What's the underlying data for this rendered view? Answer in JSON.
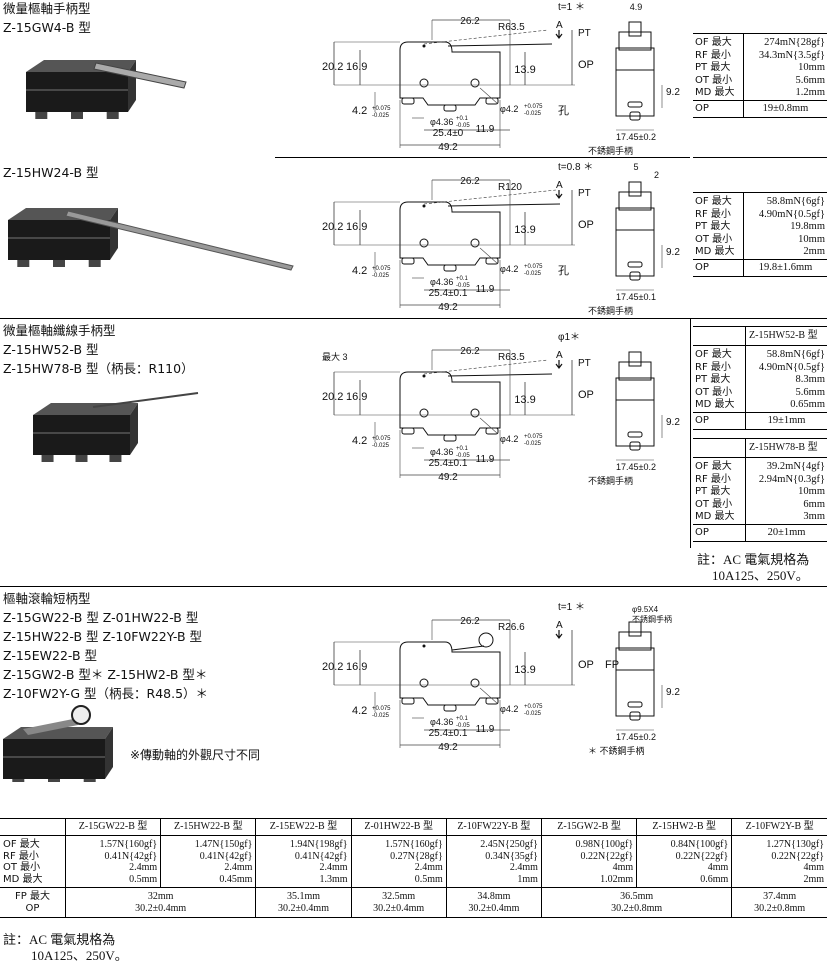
{
  "sections": [
    {
      "heading": "微量樞軸手柄型",
      "models": [
        "Z-15GW4-B 型"
      ],
      "spec": {
        "rows": [
          [
            "OF 最大",
            "274mN{28gf}"
          ],
          [
            "RF 最小",
            "34.3mN{3.5gf}"
          ],
          [
            "PT 最大",
            "10mm"
          ],
          [
            "OT 最小",
            "5.6mm"
          ],
          [
            "MD 最大",
            "1.2mm"
          ]
        ],
        "op": [
          "OP",
          "19±0.8mm"
        ]
      }
    },
    {
      "models": [
        "Z-15HW24-B 型"
      ],
      "spec": {
        "rows": [
          [
            "OF 最大",
            "58.8mN{6gf}"
          ],
          [
            "RF 最小",
            "4.90mN{0.5gf}"
          ],
          [
            "PT 最大",
            "19.8mm"
          ],
          [
            "OT 最小",
            "10mm"
          ],
          [
            "MD 最大",
            "2mm"
          ]
        ],
        "op": [
          "OP",
          "19.8±1.6mm"
        ]
      }
    },
    {
      "heading": "微量樞軸纖線手柄型",
      "models": [
        "Z-15HW52-B 型",
        "Z-15HW78-B 型（柄長：R110）"
      ],
      "specs": [
        {
          "title": "Z-15HW52-B 型",
          "rows": [
            [
              "OF 最大",
              "58.8mN{6gf}"
            ],
            [
              "RF 最小",
              "4.90mN{0.5gf}"
            ],
            [
              "PT 最大",
              "8.3mm"
            ],
            [
              "OT 最小",
              "5.6mm"
            ],
            [
              "MD 最大",
              "0.65mm"
            ]
          ],
          "op": [
            "OP",
            "19±1mm"
          ]
        },
        {
          "title": "Z-15HW78-B 型",
          "rows": [
            [
              "OF 最大",
              "39.2mN{4gf}"
            ],
            [
              "RF 最小",
              "2.94mN{0.3gf}"
            ],
            [
              "PT 最大",
              "10mm"
            ],
            [
              "OT 最小",
              "6mm"
            ],
            [
              "MD 最大",
              "3mm"
            ]
          ],
          "op": [
            "OP",
            "20±1mm"
          ]
        }
      ],
      "note": [
        "註：AC 電氣規格為",
        "10A125、250V。"
      ]
    },
    {
      "heading": "樞軸滾輪短柄型",
      "models": [
        "Z-15GW22-B 型  Z-01HW22-B 型",
        "Z-15HW22-B 型  Z-10FW22Y-B 型",
        "Z-15EW22-B 型",
        "Z-15GW2-B 型＊  Z-15HW2-B 型＊",
        "Z-10FW2Y-G 型（柄長：R48.5）＊"
      ],
      "footnote": "※傳動軸的外觀尺寸不同"
    }
  ],
  "drawings": [
    {
      "type": "lever",
      "d262": "26.2",
      "radius": "R63.5",
      "thick": "t=1 ＊",
      "A": "A",
      "PT": "PT",
      "OP": "OP",
      "h1": "20.2",
      "h2": "16.9",
      "h3": "13.9",
      "hole": "φ4.2",
      "hole_tol": [
        "+0.075",
        "-0.025"
      ],
      "hole_sfx": "孔",
      "mount": "4.2",
      "mount_tol": [
        "+0.075",
        "-0.025"
      ],
      "pin": "φ4.36",
      "pin_tol": [
        "+0.1",
        "-0.05"
      ],
      "spacing": "25.4±0",
      "offset": "11.9",
      "length": "49.2",
      "front_top": "4.9",
      "front_h": "9.2",
      "front_base": "17.45±0.2",
      "material": "不銹鋼手柄"
    },
    {
      "type": "long",
      "d262": "26.2",
      "radius": "R120",
      "thick": "t=0.8 ＊",
      "A": "A",
      "PT": "PT",
      "OP": "OP",
      "h1": "20.2",
      "h2": "16.9",
      "h3": "13.9",
      "hole": "φ4.2",
      "hole_tol": [
        "+0.075",
        "-0.025"
      ],
      "hole_sfx": "孔",
      "mount": "4.2",
      "mount_tol": [
        "+0.075",
        "-0.025"
      ],
      "pin": "φ4.36",
      "pin_tol": [
        "+0.1",
        "-0.05"
      ],
      "spacing": "25.4±0.1",
      "offset": "11.9",
      "length": "49.2",
      "front_top": "5",
      "front_top2": "2",
      "front_h": "9.2",
      "front_base": "17.45±0.1",
      "material": "不銹鋼手柄"
    },
    {
      "type": "wire",
      "max3": "最大 3",
      "d262": "26.2",
      "radius": "R63.5",
      "thick": "φ1＊",
      "A": "A",
      "PT": "PT",
      "OP": "OP",
      "h1": "20.2",
      "h2": "16.9",
      "h3": "13.9",
      "hole": "φ4.2",
      "hole_tol": [
        "+0.075",
        "-0.025"
      ],
      "mount": "4.2",
      "mount_tol": [
        "+0.075",
        "-0.025"
      ],
      "pin": "φ4.36",
      "pin_tol": [
        "+0.1",
        "-0.05"
      ],
      "spacing": "25.4±0.1",
      "offset": "11.9",
      "length": "49.2",
      "front_h": "9.2",
      "front_base": "17.45±0.2",
      "material": "不銹鋼手柄"
    },
    {
      "type": "roller",
      "d262": "26.2",
      "radius": "R26.6",
      "thick": "t=1 ＊",
      "A": "A",
      "OP": "OP",
      "FP": "FP",
      "h1": "20.2",
      "h2": "16.9",
      "h3": "13.9",
      "hole": "φ4.2",
      "hole_tol": [
        "+0.075",
        "-0.025"
      ],
      "mount": "4.2",
      "mount_tol": [
        "+0.075",
        "-0.025"
      ],
      "pin": "φ4.36",
      "pin_tol": [
        "+0.1",
        "-0.05"
      ],
      "spacing": "25.4±0.1",
      "offset": "11.9",
      "length": "49.2",
      "roller": "φ9.5X4",
      "roller_mat": "不銹鋼手柄",
      "front_h": "9.2",
      "front_base": "17.45±0.2",
      "material": "＊ 不銹鋼手柄"
    }
  ],
  "roller_table": {
    "columns": [
      "Z-15GW22-B 型",
      "Z-15HW22-B 型",
      "Z-15EW22-B 型",
      "Z-01HW22-B 型",
      "Z-10FW22Y-B 型",
      "Z-15GW2-B 型",
      "Z-15HW2-B 型",
      "Z-10FW2Y-B 型"
    ],
    "rows": [
      {
        "label": "OF 最大",
        "values": [
          "1.57N{160gf}",
          "1.47N{150gf}",
          "1.94N{198gf}",
          "1.57N{160gf}",
          "2.45N{250gf}",
          "0.98N{100gf}",
          "0.84N{100gf}",
          "1.27N{130gf}"
        ]
      },
      {
        "label": "RF 最小",
        "values": [
          "0.41N{42gf}",
          "0.41N{42gf}",
          "0.41N{42gf}",
          "0.27N{28gf}",
          "0.34N{35gf}",
          "0.22N{22gf}",
          "0.22N{22gf}",
          "0.22N{22gf}"
        ]
      },
      {
        "label": "OT 最小",
        "values": [
          "2.4mm",
          "2.4mm",
          "2.4mm",
          "2.4mm",
          "2.4mm",
          "4mm",
          "4mm",
          "4mm"
        ]
      },
      {
        "label": "MD 最大",
        "values": [
          "0.5mm",
          "0.45mm",
          "1.3mm",
          "0.5mm",
          "1mm",
          "1.02mm",
          "0.6mm",
          "2mm"
        ]
      }
    ],
    "fp_label": "FP 最大",
    "op_label": "OP",
    "fp": [
      "32mm",
      "35.1mm",
      "32.5mm",
      "34.8mm",
      "36.5mm",
      "37.4mm"
    ],
    "op": [
      "30.2±0.4mm",
      "30.2±0.4mm",
      "30.2±0.4mm",
      "30.2±0.4mm",
      "30.2±0.8mm",
      "30.2±0.8mm"
    ],
    "note": [
      "註：AC 電氣規格為",
      "10A125、250V。"
    ]
  }
}
